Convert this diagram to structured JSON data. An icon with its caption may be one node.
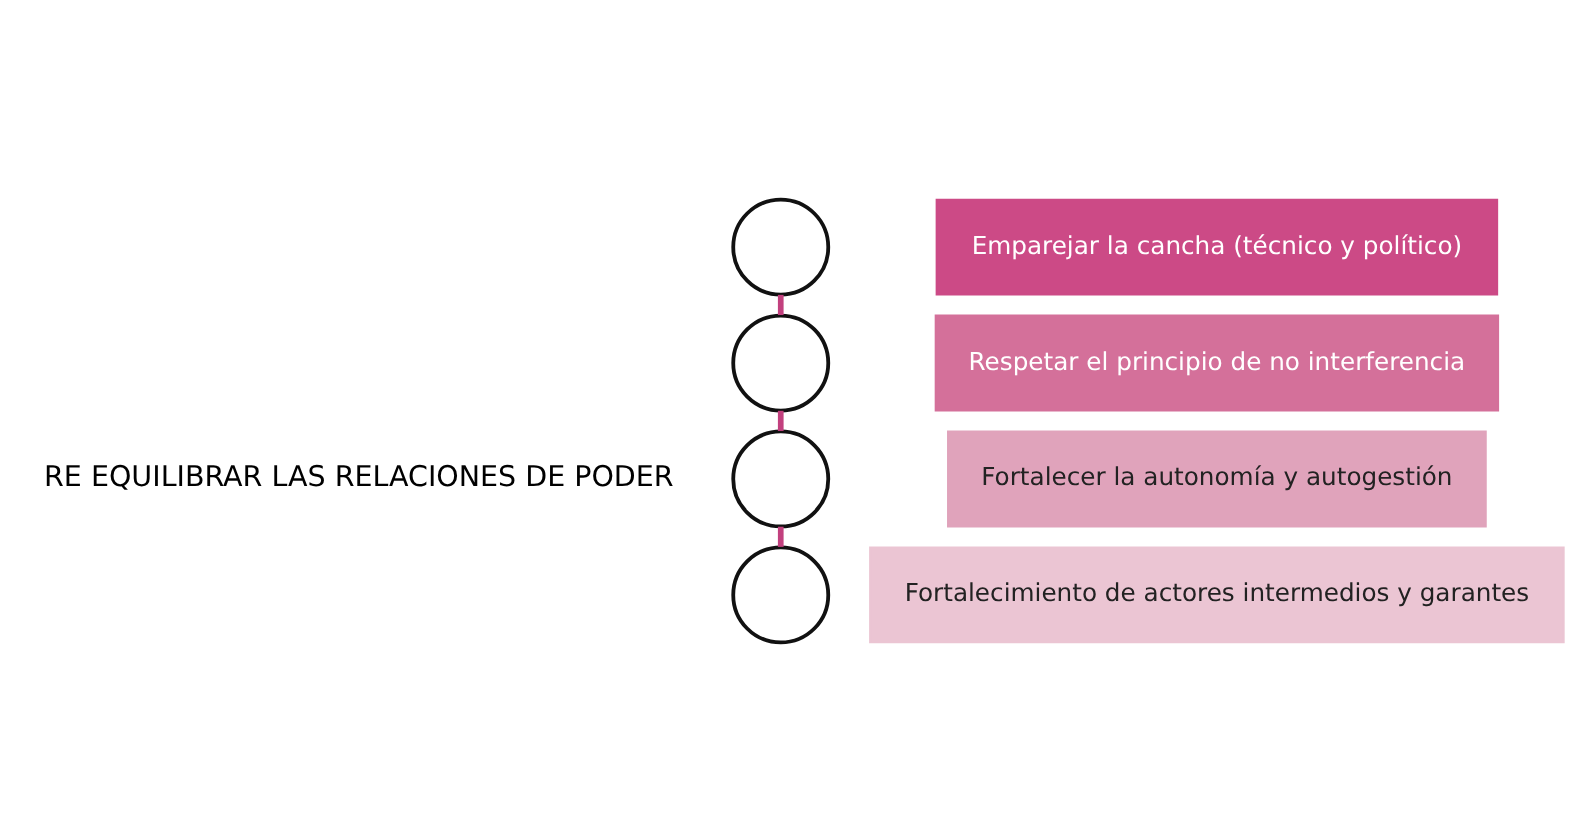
{
  "diagram": {
    "nodes": [
      {
        "text": [],
        "shape": "circle"
      },
      {
        "text": [
          "Emparejar la cancha (técnico y político)"
        ]
      },
      {
        "text": [],
        "shape": "circle"
      },
      {
        "text": [
          "Respetar el principio de no interferencia"
        ]
      },
      {
        "text": [],
        "shape": "circle"
      },
      {
        "text": [
          "Fortalecer la autonomía y autogestión"
        ]
      },
      {
        "text": [],
        "shape": "circle"
      },
      {
        "text": [
          "Fortalecimiento de actores intermedios y garantes"
        ]
      }
    ],
    "edges": [
      {
        "from": 0,
        "to": 2,
        "arrow": "none"
      },
      {
        "from": 2,
        "to": 4,
        "arrow": "none"
      },
      {
        "from": 4,
        "to": 6,
        "arrow": "none"
      }
    ],
    "labels": [
      "RE EQUILIBRAR LAS RELACIONES DE PODER"
    ]
  }
}
